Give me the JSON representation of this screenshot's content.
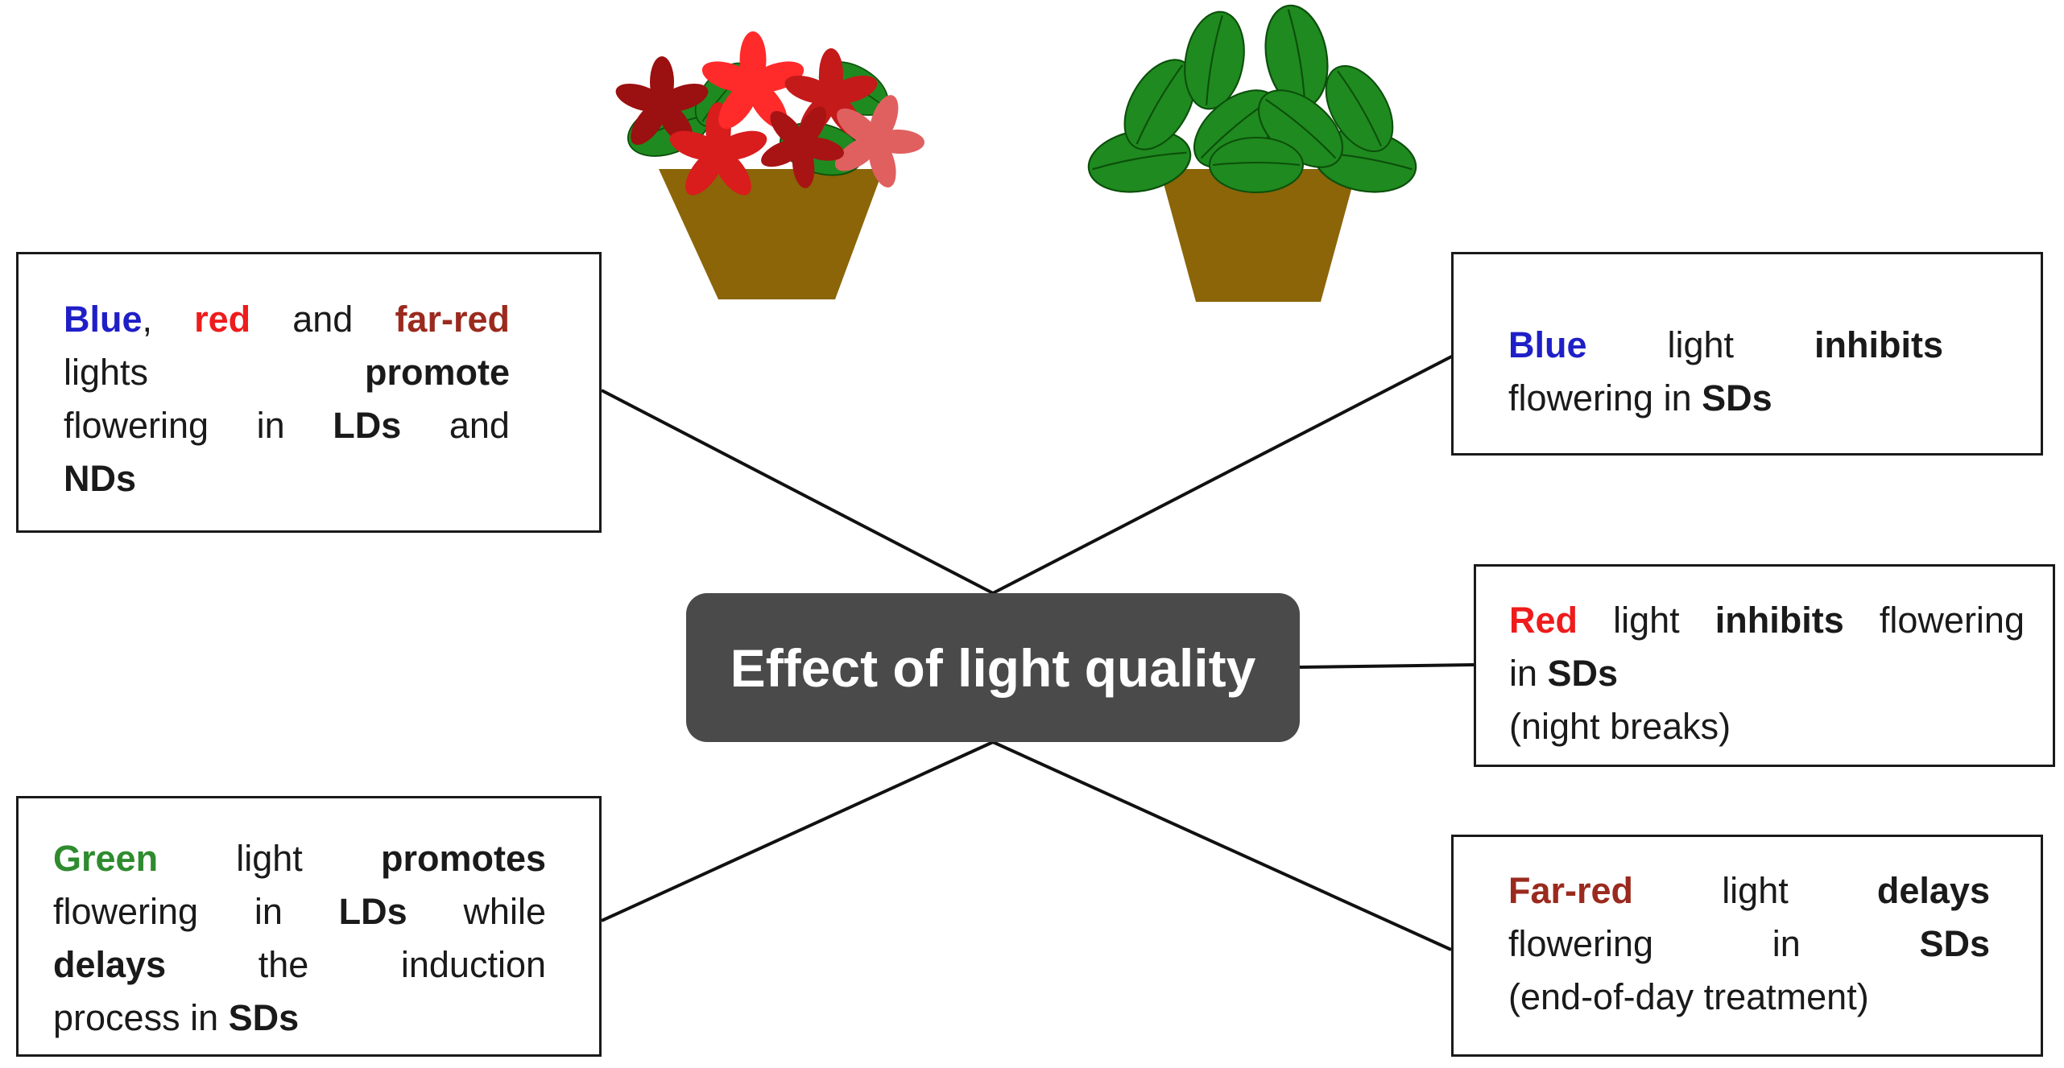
{
  "diagram": {
    "center": {
      "title": "Effect of light quality"
    },
    "boxes": {
      "top_left": {
        "line1": {
          "w1": "Blue",
          "w1_suffix": ",",
          "w2": "red",
          "w3": "and",
          "w4": "far-red"
        },
        "line2": {
          "w1": "lights",
          "w2": "promote"
        },
        "line3": {
          "w1": "flowering",
          "w2": "in",
          "w3": "LDs",
          "w4": "and"
        },
        "line4": {
          "w1": "NDs"
        }
      },
      "top_right": {
        "line1": {
          "w1": "Blue",
          "w2": "light",
          "w3": "inhibits"
        },
        "line2": {
          "w1": "flowering in",
          "w2": "SDs"
        }
      },
      "middle_right": {
        "line1": {
          "w1": "Red",
          "w2": "light",
          "w3": "inhibits",
          "w4": "flowering"
        },
        "line2": {
          "w1": "in",
          "w2": "SDs"
        },
        "line3": {
          "w1": "(night breaks)"
        }
      },
      "bottom_left": {
        "line1": {
          "w1": "Green",
          "w2": "light",
          "w3": "promotes"
        },
        "line2": {
          "w1": "flowering",
          "w2": "in",
          "w3": "LDs",
          "w4": "while"
        },
        "line3": {
          "w1": "delays",
          "w2": "the",
          "w3": "induction"
        },
        "line4": {
          "w1": "process in",
          "w2": "SDs"
        }
      },
      "bottom_right": {
        "line1": {
          "w1": "Far-red",
          "w2": "light",
          "w3": "delays"
        },
        "line2": {
          "w1": "flowering",
          "w2": "in",
          "w3": "SDs"
        },
        "line3": {
          "w1": "(end-of-day treatment)"
        }
      }
    },
    "colors": {
      "blue": "#1f1fc8",
      "red": "#ee1c1c",
      "far_red": "#9b2a1e",
      "green": "#2e8b2e",
      "center_fill": "#4a4a4a",
      "pot": "#8b6508",
      "leaf": "#1f8a1f"
    },
    "illustrations": [
      "flowering-plant-in-pot",
      "vegetative-plant-in-pot"
    ]
  }
}
